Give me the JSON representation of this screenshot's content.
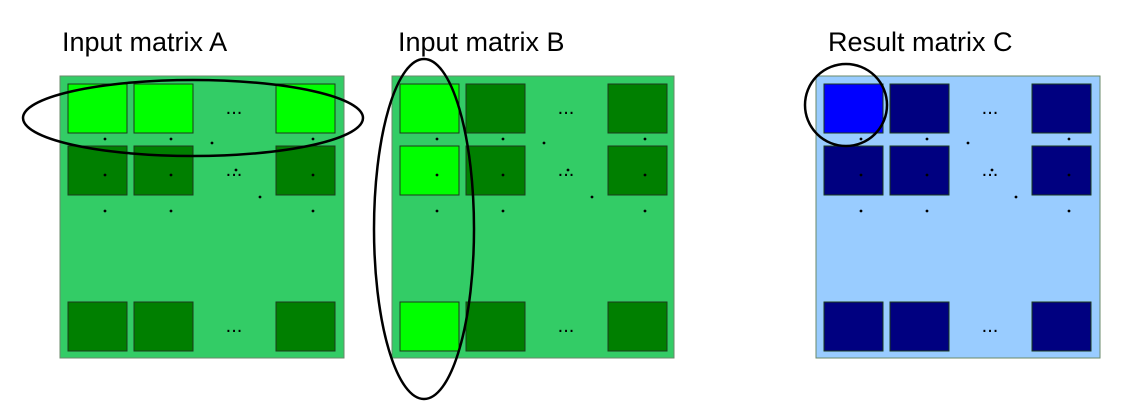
{
  "colors": {
    "green_bg": "#33cc66",
    "dark_green": "#007f00",
    "light_green": "#00ff00",
    "blue_bg": "#99ccff",
    "dark_blue": "#000080",
    "bright_blue": "#0000ff"
  },
  "matrices": [
    {
      "id": "A",
      "title": "Input matrix A",
      "highlight": "first-row",
      "ellipse": "horizontal",
      "ellipsis": "..."
    },
    {
      "id": "B",
      "title": "Input matrix B",
      "highlight": "first-column",
      "ellipse": "vertical",
      "ellipsis": "..."
    },
    {
      "id": "C",
      "title": "Result matrix C",
      "highlight": "first-cell",
      "ellipse": "circle",
      "ellipsis": "..."
    }
  ]
}
